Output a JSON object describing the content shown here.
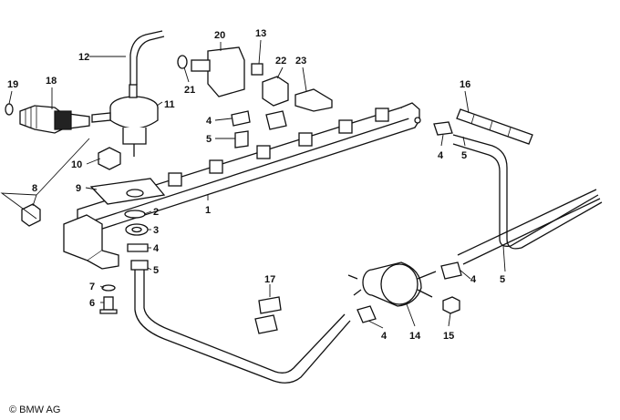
{
  "copyright": "© BMW AG",
  "callouts": {
    "c1": "1",
    "c2": "2",
    "c3": "3",
    "c4a": "4",
    "c4b": "4",
    "c4c": "4",
    "c4d": "4",
    "c4e": "4",
    "c5a": "5",
    "c5b": "5",
    "c5c": "5",
    "c5d": "5",
    "c6": "6",
    "c7": "7",
    "c8": "8",
    "c9": "9",
    "c10": "10",
    "c11": "11",
    "c12": "12",
    "c13": "13",
    "c14": "14",
    "c15": "15",
    "c16": "16",
    "c17": "17",
    "c18": "18",
    "c19": "19",
    "c20": "20",
    "c21": "21",
    "c22": "22",
    "c23": "23"
  }
}
